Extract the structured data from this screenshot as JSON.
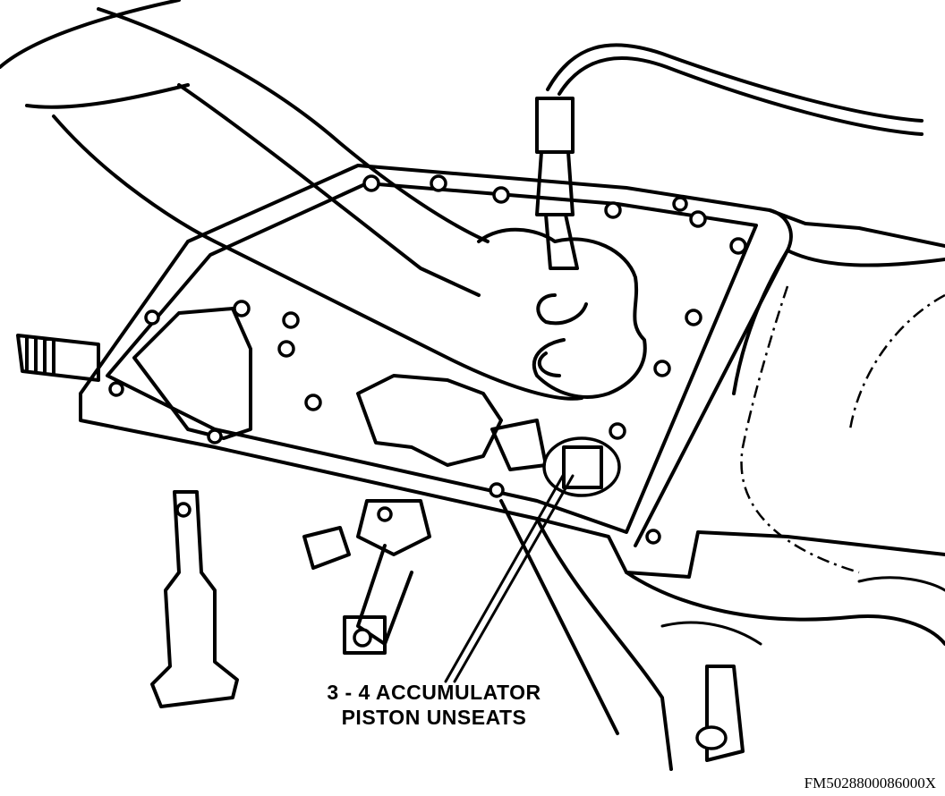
{
  "figure": {
    "callout_line1": "3 - 4 ACCUMULATOR",
    "callout_line2": "PISTON UNSEATS",
    "figure_id": "FM5028800086000X"
  }
}
